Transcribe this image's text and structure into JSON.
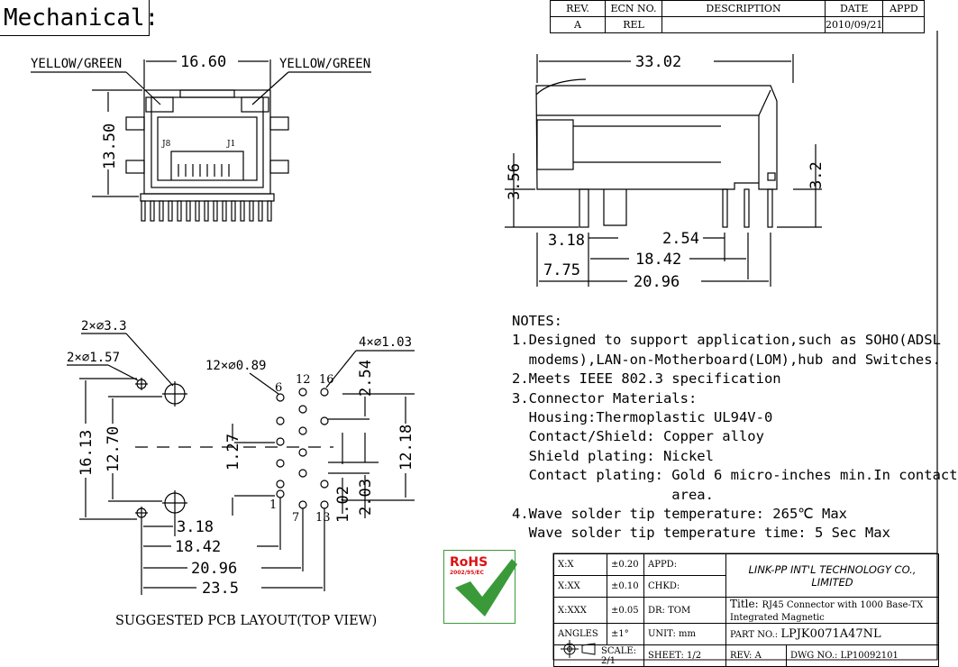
{
  "header": {
    "title": "Mechanical:"
  },
  "revision_table": {
    "headers": [
      "REV.",
      "ECN NO.",
      "DESCRIPTION",
      "DATE",
      "APPD"
    ],
    "row": [
      "A",
      "REL",
      "",
      "2010/09/21",
      ""
    ]
  },
  "front_view": {
    "label_left": "YELLOW/GREEN",
    "label_right": "YELLOW/GREEN",
    "width_dim": "16.60",
    "height_dim": "13.50",
    "pin_left": "J8",
    "pin_right": "J1"
  },
  "side_view": {
    "length": "33.02",
    "height_left": "3.56",
    "height_right": "3.2",
    "d1": "3.18",
    "d2": "2.54",
    "d3": "18.42",
    "d4": "7.75",
    "d5": "20.96"
  },
  "pcb_layout": {
    "hole_a": "2×⌀3.3",
    "hole_b": "2×⌀1.57",
    "hole_c": "12×⌀0.89",
    "hole_d": "4×⌀1.03",
    "pin6": "6",
    "pin12": "12",
    "pin16": "16",
    "pin1": "1",
    "pin7": "7",
    "pin13": "13",
    "v1": "16.13",
    "v2": "12.70",
    "v3": "1.27",
    "v4": "2.54",
    "v5": "12.18",
    "v6": "1.02",
    "v7": "2.03",
    "h1": "3.18",
    "h2": "18.42",
    "h3": "20.96",
    "h4": "23.5",
    "caption": "SUGGESTED PCB LAYOUT(TOP VIEW)"
  },
  "notes": {
    "lines": [
      "NOTES:",
      "1.Designed to support application,such as SOHO(ADSL",
      "  modems),LAN-on-Motherboard(LOM),hub and Switches.",
      "2.Meets IEEE 802.3 specification",
      "3.Connector Materials:",
      "  Housing:Thermoplastic UL94V-0",
      "  Contact/Shield: Copper alloy",
      "  Shield plating: Nickel",
      "  Contact plating: Gold 6 micro-inches min.In contact",
      "                   area.",
      "4.Wave solder tip temperature: 265℃ Max",
      "  Wave solder tip temperature time: 5 Sec Max"
    ]
  },
  "rohs": {
    "title": "RoHS",
    "sub": "2002/95/EC",
    "color": "#3a9a3a"
  },
  "title_block": {
    "tol1": "X:X",
    "tol1v": "±0.20",
    "tol2": "X:XX",
    "tol2v": "±0.10",
    "tol3": "X:XXX",
    "tol3v": "±0.05",
    "ang": "ANGLES",
    "angv": "±1°",
    "appd": "APPD:",
    "chkd": "CHKD:",
    "dr": "DR:   TOM",
    "unit": "UNIT:   mm",
    "company": "LINK-PP INT'L TECHNOLOGY CO., LIMITED",
    "title_label": "Title:",
    "title_text": "RJ45 Connector with 1000 Base-TX Integrated Magnetic",
    "part_label": "PART NO.:",
    "part": "LPJK0071A47NL",
    "scale": "SCALE:  2/1",
    "sheet": "SHEET:  1/2",
    "rev": "REV:  A",
    "dwg_label": "DWG NO.:",
    "dwg": "LP10092101"
  }
}
